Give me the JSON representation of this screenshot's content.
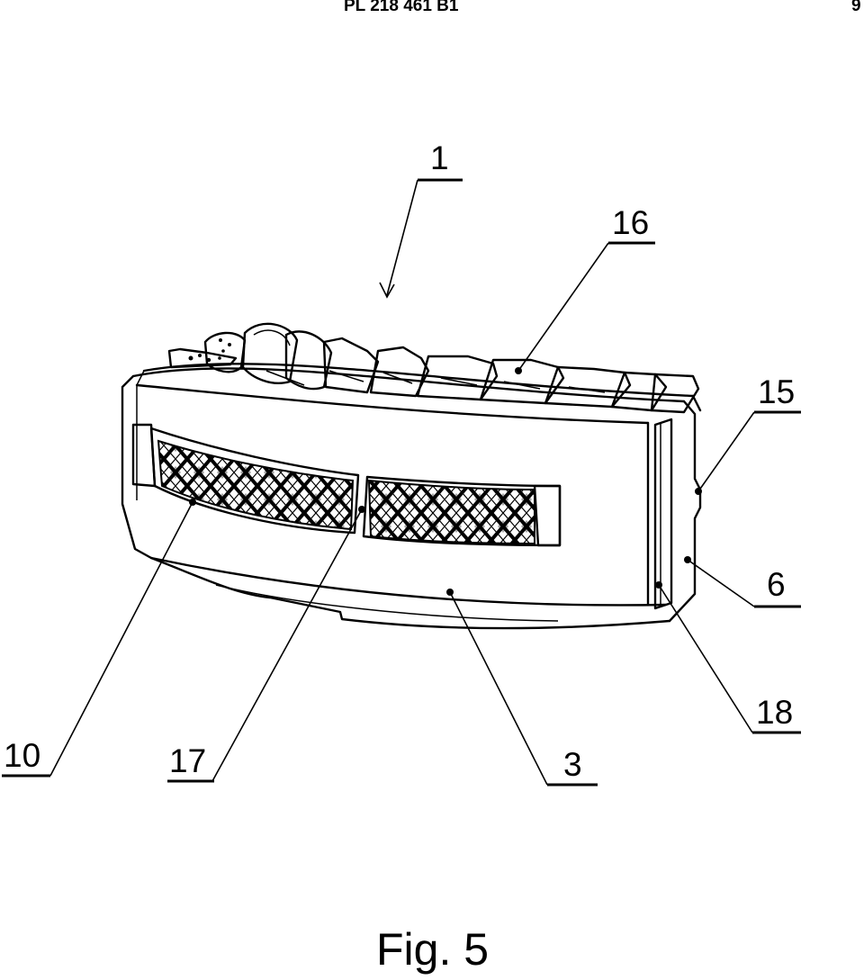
{
  "header": {
    "document_number": "PL 218 461 B1",
    "page_number": "9"
  },
  "figure": {
    "caption": "Fig. 5",
    "labels": {
      "device": "1",
      "top_ribs": "16",
      "side_notch": "15",
      "end_face": "6",
      "end_slot": "18",
      "front_wall": "3",
      "lattice": "10",
      "divider": "17"
    }
  }
}
